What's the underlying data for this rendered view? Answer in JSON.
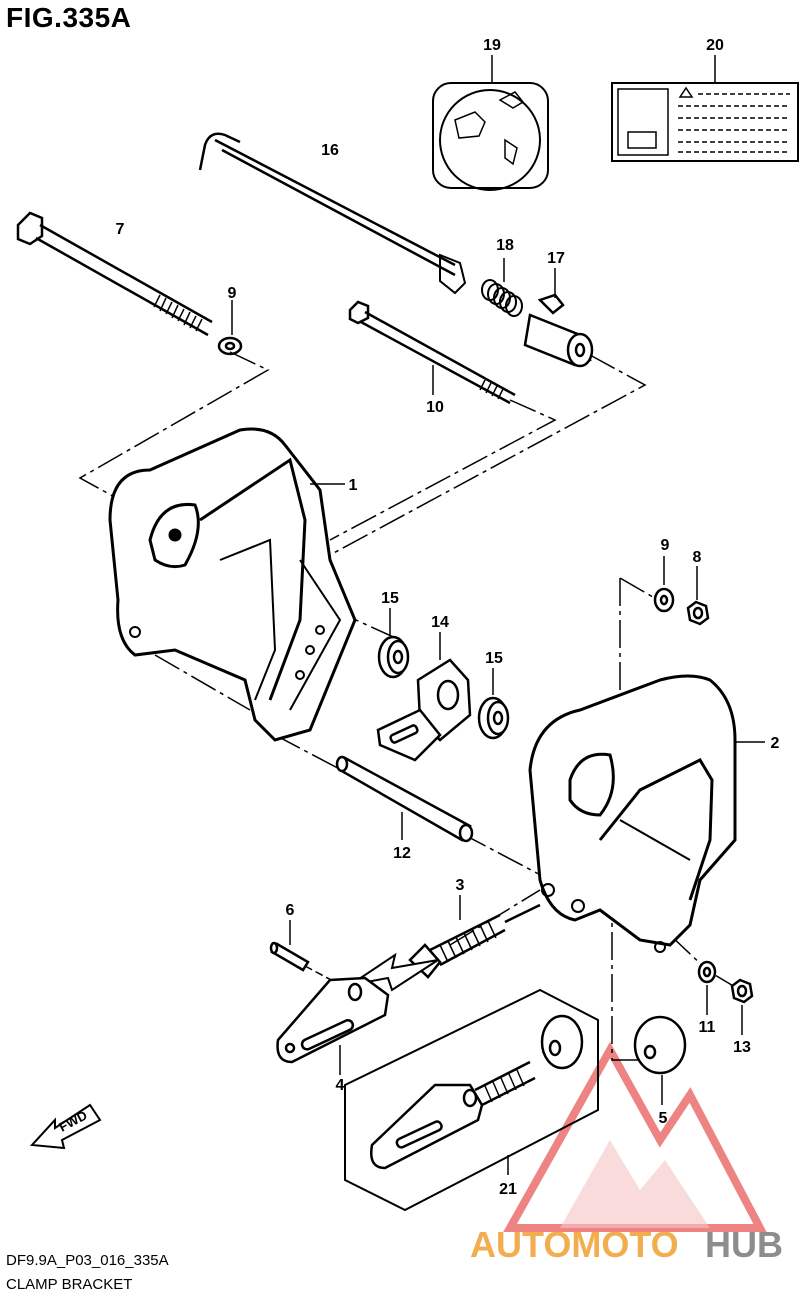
{
  "figure": {
    "title": "FIG.335A",
    "code": "DF9.9A_P03_016_335A",
    "description": "CLAMP BRACKET"
  },
  "callouts": [
    {
      "id": "c1",
      "label": "1"
    },
    {
      "id": "c2",
      "label": "2"
    },
    {
      "id": "c3",
      "label": "3"
    },
    {
      "id": "c4",
      "label": "4"
    },
    {
      "id": "c5",
      "label": "5"
    },
    {
      "id": "c6",
      "label": "6"
    },
    {
      "id": "c7",
      "label": "7"
    },
    {
      "id": "c8",
      "label": "8"
    },
    {
      "id": "c9a",
      "label": "9"
    },
    {
      "id": "c9b",
      "label": "9"
    },
    {
      "id": "c10",
      "label": "10"
    },
    {
      "id": "c11",
      "label": "11"
    },
    {
      "id": "c12",
      "label": "12"
    },
    {
      "id": "c13",
      "label": "13"
    },
    {
      "id": "c14",
      "label": "14"
    },
    {
      "id": "c15a",
      "label": "15"
    },
    {
      "id": "c15b",
      "label": "15"
    },
    {
      "id": "c16",
      "label": "16"
    },
    {
      "id": "c17",
      "label": "17"
    },
    {
      "id": "c18",
      "label": "18"
    },
    {
      "id": "c19",
      "label": "19"
    },
    {
      "id": "c20",
      "label": "20"
    },
    {
      "id": "c21",
      "label": "21"
    }
  ],
  "direction_badge": "FWD",
  "watermark": {
    "part1": "AUTOMOTO",
    "part2": "HUB",
    "color_red": "#e85a5a",
    "color_orange": "#f0a030",
    "color_gray": "#7a7a7a"
  }
}
